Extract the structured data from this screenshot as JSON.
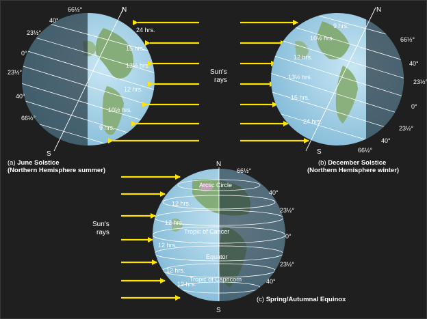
{
  "colors": {
    "background": "#1f1f1f",
    "ocean_lit": "#9fd0ea",
    "ocean_dark": "#3d5663",
    "land": "#7fa76b",
    "ray": "#ffe600"
  },
  "june": {
    "north": "N",
    "south": "S",
    "caption_a": "(a) ",
    "caption_title": "June Solstice",
    "caption_sub": "(Northern Hemisphere summer)",
    "latitudes_left": [
      "66½°",
      "40°",
      "23½°",
      "0°",
      "23½°",
      "40°",
      "66½°"
    ],
    "day_lengths": [
      "24 hrs.",
      "15 hrs.",
      "13½ hrs.",
      "12 hrs.",
      "10½ hrs.",
      "9 hrs."
    ]
  },
  "december": {
    "north": "N",
    "south": "S",
    "caption_b": "(b) ",
    "caption_title": "December Solstice",
    "caption_sub": "(Northern Hemisphere winter)",
    "latitudes_right": [
      "66½°",
      "40°",
      "23½°",
      "0°",
      "23½°",
      "40°",
      "66½°"
    ],
    "day_lengths": [
      "9 hrs.",
      "10½ hrs.",
      "12 hrs.",
      "13½ hrs.",
      "15 hrs.",
      "24 hrs."
    ]
  },
  "equinox": {
    "north": "N",
    "south": "S",
    "caption_c": "(c) ",
    "caption_title": "Spring/Autumnal Equinox",
    "circles": [
      "Arctic Circle",
      "Tropic of Cancer",
      "Equator",
      "Tropic of Capricorn"
    ],
    "latitudes_right": [
      "66½°",
      "40°",
      "23½°",
      "0°",
      "23½°",
      "40°"
    ],
    "day_lengths": [
      "12 hrs.",
      "12 hrs.",
      "12 hrs.",
      "12 hrs.",
      "12 hrs."
    ]
  },
  "sun_rays_top": "Sun's\nrays",
  "sun_rays_top_line1": "Sun's",
  "sun_rays_top_line2": "rays",
  "sun_rays_bottom_line1": "Sun's",
  "sun_rays_bottom_line2": "rays"
}
